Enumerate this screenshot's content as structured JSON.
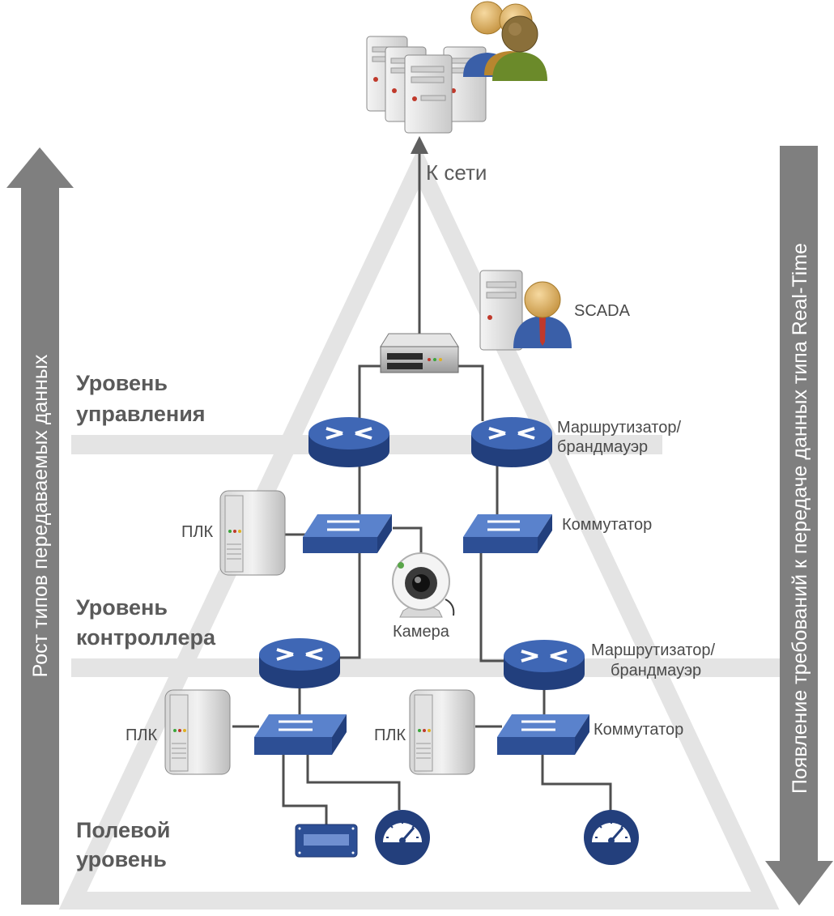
{
  "top_label": "К сети",
  "scada_label": "SCADA",
  "levels": {
    "management": [
      "Уровень",
      "управления"
    ],
    "controller": [
      "Уровень",
      "контроллера"
    ],
    "field": [
      "Полевой",
      "уровень"
    ]
  },
  "labels": {
    "router_top": [
      "Маршрутизатор/",
      "брандмауэр"
    ],
    "switch_top": "Коммутатор",
    "plc_top": "ПЛК",
    "camera": "Камера",
    "router_mid": [
      "Маршрутизатор/",
      "брандмауэр"
    ],
    "plc_left": "ПЛК",
    "plc_right": "ПЛК",
    "switch_bottom": "Коммутатор"
  },
  "side_arrows": {
    "left": "Рост типов передаваемых данных",
    "right": "Появление требований к передаче данных типа Real-Time"
  },
  "colors": {
    "router": "#2d4f95",
    "router_top": "#3f67b5",
    "switch": "#3a64b4",
    "arrow_gray": "#7f7f7f",
    "triangle": "#e3e3e3",
    "gauge": "#233f7c"
  }
}
